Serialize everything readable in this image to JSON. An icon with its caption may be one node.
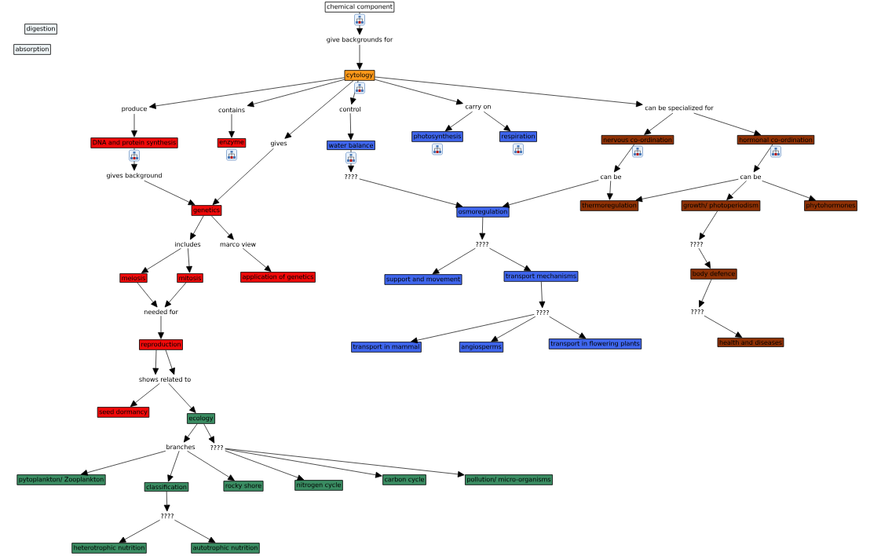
{
  "diagram": {
    "nodes": [
      {
        "text": [
          "chemical component"
        ]
      },
      {
        "text": [
          "give backgrounds for"
        ]
      },
      {
        "text": [
          "cytology"
        ]
      },
      {
        "text": [
          "produce"
        ]
      },
      {
        "text": [
          "contains"
        ]
      },
      {
        "text": [
          "control"
        ]
      },
      {
        "text": [
          "carry on"
        ]
      },
      {
        "text": [
          "can be specialized for"
        ]
      },
      {
        "text": [
          "DNA and protein synthesis"
        ]
      },
      {
        "text": [
          "enzyme"
        ]
      },
      {
        "text": [
          "gives"
        ]
      },
      {
        "text": [
          "water balance"
        ]
      },
      {
        "text": [
          "photosynthesis"
        ]
      },
      {
        "text": [
          "respiration"
        ]
      },
      {
        "text": [
          "nervous co-ordination"
        ]
      },
      {
        "text": [
          "hormonal co-ordination"
        ]
      },
      {
        "text": [
          "gives background"
        ]
      },
      {
        "text": [
          "????"
        ]
      },
      {
        "text": [
          "can be"
        ]
      },
      {
        "text": [
          "can be"
        ]
      },
      {
        "text": [
          "genetics"
        ]
      },
      {
        "text": [
          "osmoregulation"
        ]
      },
      {
        "text": [
          "thermoregulation"
        ]
      },
      {
        "text": [
          "growth/ photoperiodism"
        ]
      },
      {
        "text": [
          "phytohormones"
        ]
      },
      {
        "text": [
          "includes"
        ]
      },
      {
        "text": [
          "marco view"
        ]
      },
      {
        "text": [
          "????"
        ]
      },
      {
        "text": [
          "????"
        ]
      },
      {
        "text": [
          "meiosis"
        ]
      },
      {
        "text": [
          "mitosis"
        ]
      },
      {
        "text": [
          "application of genetics"
        ]
      },
      {
        "text": [
          "support and movement"
        ]
      },
      {
        "text": [
          "transport mechanisms"
        ]
      },
      {
        "text": [
          "body defence"
        ]
      },
      {
        "text": [
          "needed for"
        ]
      },
      {
        "text": [
          "????"
        ]
      },
      {
        "text": [
          "????"
        ]
      },
      {
        "text": [
          "reproduction"
        ]
      },
      {
        "text": [
          "transport in mammal"
        ]
      },
      {
        "text": [
          "angiosperms"
        ]
      },
      {
        "text": [
          "transport in flowering plants"
        ]
      },
      {
        "text": [
          "health and diseases"
        ]
      },
      {
        "text": [
          "shows related to"
        ]
      },
      {
        "text": [
          "seed dormancy"
        ]
      },
      {
        "text": [
          "ecology"
        ]
      },
      {
        "text": [
          "branches"
        ]
      },
      {
        "text": [
          "????"
        ]
      },
      {
        "text": [
          "pytoplankton/ Zooplankton"
        ]
      },
      {
        "text": [
          "classification"
        ]
      },
      {
        "text": [
          "rocky shore"
        ]
      },
      {
        "text": [
          "nitrogen cycle"
        ]
      },
      {
        "text": [
          "carbon cycle"
        ]
      },
      {
        "text": [
          "pollution/ micro-organisms"
        ]
      },
      {
        "text": [
          "????"
        ]
      },
      {
        "text": [
          "heterotrophic nutrition"
        ]
      },
      {
        "text": [
          "autotrophic nutrition"
        ]
      },
      {
        "text": [
          "digestion"
        ]
      },
      {
        "text": [
          "absorption"
        ]
      }
    ],
    "edges": [
      {
        "from": 0,
        "to": 1,
        "arrow": "to"
      },
      {
        "from": 1,
        "to": 2,
        "arrow": "to"
      },
      {
        "from": 2,
        "to": 3,
        "arrow": "to"
      },
      {
        "from": 2,
        "to": 4,
        "arrow": "to"
      },
      {
        "from": 2,
        "to": 10,
        "arrow": "to"
      },
      {
        "from": 2,
        "to": 5,
        "arrow": "to"
      },
      {
        "from": 2,
        "to": 6,
        "arrow": "to"
      },
      {
        "from": 2,
        "to": 7,
        "arrow": "to"
      },
      {
        "from": 3,
        "to": 8,
        "arrow": "to"
      },
      {
        "from": 4,
        "to": 9,
        "arrow": "to"
      },
      {
        "from": 5,
        "to": 11,
        "arrow": "to"
      },
      {
        "from": 6,
        "to": 12,
        "arrow": "to"
      },
      {
        "from": 6,
        "to": 13,
        "arrow": "to"
      },
      {
        "from": 7,
        "to": 14,
        "arrow": "to"
      },
      {
        "from": 7,
        "to": 15,
        "arrow": "to"
      },
      {
        "from": 8,
        "to": 16,
        "arrow": "to"
      },
      {
        "from": 16,
        "to": 20,
        "arrow": "to"
      },
      {
        "from": 10,
        "to": 20,
        "arrow": "to"
      },
      {
        "from": 11,
        "to": 17,
        "arrow": "to"
      },
      {
        "from": 17,
        "to": 21,
        "arrow": "to"
      },
      {
        "from": 14,
        "to": 18,
        "arrow": "to"
      },
      {
        "from": 18,
        "to": 21,
        "arrow": "to"
      },
      {
        "from": 18,
        "to": 22,
        "arrow": "to"
      },
      {
        "from": 15,
        "to": 19,
        "arrow": "to"
      },
      {
        "from": 19,
        "to": 22,
        "arrow": "to"
      },
      {
        "from": 19,
        "to": 23,
        "arrow": "to"
      },
      {
        "from": 19,
        "to": 24,
        "arrow": "to"
      },
      {
        "from": 20,
        "to": 25,
        "arrow": "to"
      },
      {
        "from": 20,
        "to": 26,
        "arrow": "to"
      },
      {
        "from": 25,
        "to": 29,
        "arrow": "to"
      },
      {
        "from": 25,
        "to": 30,
        "arrow": "to"
      },
      {
        "from": 26,
        "to": 31,
        "arrow": "to"
      },
      {
        "from": 21,
        "to": 27,
        "arrow": "to"
      },
      {
        "from": 27,
        "to": 32,
        "arrow": "to"
      },
      {
        "from": 27,
        "to": 33,
        "arrow": "to"
      },
      {
        "from": 23,
        "to": 28,
        "arrow": "to"
      },
      {
        "from": 28,
        "to": 34,
        "arrow": "to"
      },
      {
        "from": 29,
        "to": 35,
        "arrow": "to"
      },
      {
        "from": 30,
        "to": 35,
        "arrow": "to"
      },
      {
        "from": 35,
        "to": 38,
        "arrow": "to"
      },
      {
        "from": 33,
        "to": 36,
        "arrow": "to"
      },
      {
        "from": 36,
        "to": 39,
        "arrow": "to"
      },
      {
        "from": 36,
        "to": 40,
        "arrow": "to"
      },
      {
        "from": 36,
        "to": 41,
        "arrow": "to"
      },
      {
        "from": 34,
        "to": 37,
        "arrow": "to"
      },
      {
        "from": 37,
        "to": 42,
        "arrow": "to"
      },
      {
        "from": 38,
        "to": 43,
        "arrow": "to"
      },
      {
        "from": 38,
        "to": 43,
        "arrow": "to"
      },
      {
        "from": 43,
        "to": 44,
        "arrow": "to"
      },
      {
        "from": 43,
        "to": 45,
        "arrow": "to"
      },
      {
        "from": 45,
        "to": 46,
        "arrow": "to"
      },
      {
        "from": 45,
        "to": 47,
        "arrow": "to"
      },
      {
        "from": 46,
        "to": 48,
        "arrow": "to"
      },
      {
        "from": 46,
        "to": 49,
        "arrow": "to"
      },
      {
        "from": 46,
        "to": 50,
        "arrow": "to"
      },
      {
        "from": 47,
        "to": 51,
        "arrow": "to"
      },
      {
        "from": 47,
        "to": 52,
        "arrow": "to"
      },
      {
        "from": 47,
        "to": 53,
        "arrow": "to"
      },
      {
        "from": 49,
        "to": 54,
        "arrow": "to"
      },
      {
        "from": 54,
        "to": 55,
        "arrow": "to"
      },
      {
        "from": 54,
        "to": 56,
        "arrow": "to"
      }
    ]
  }
}
